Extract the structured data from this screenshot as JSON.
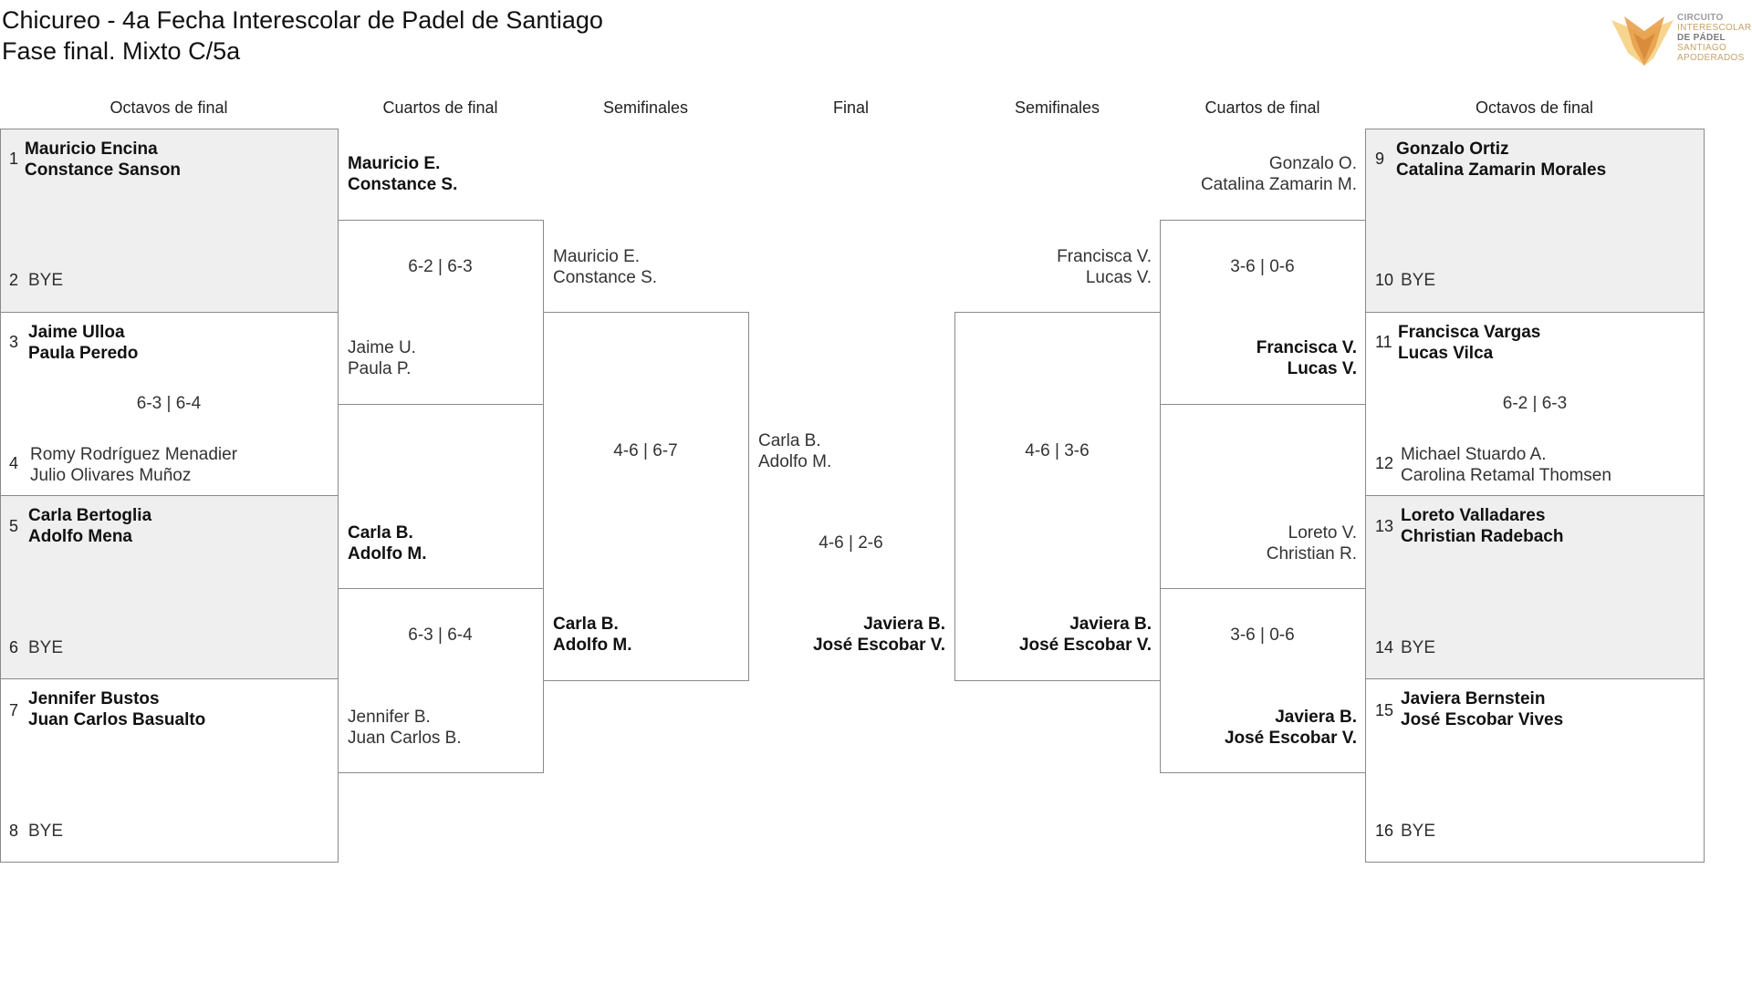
{
  "header": {
    "title_line1": "Chicureo - 4a Fecha Interescolar de Padel de Santiago",
    "title_line2": "Fase final. Mixto C/5a"
  },
  "logo": {
    "lines": [
      "CIRCUITO",
      "INTERESCOLAR",
      "DE PÁDEL",
      "SANTIAGO",
      "APODERADOS"
    ],
    "color_orange": "#e8a04a",
    "color_yellow": "#f3c76a"
  },
  "rounds": {
    "left_r16": "Octavos de final",
    "left_qf": "Cuartos de final",
    "left_sf": "Semifinales",
    "final": "Final",
    "right_sf": "Semifinales",
    "right_qf": "Cuartos de final",
    "right_r16": "Octavos de final"
  },
  "left_r16": [
    {
      "seed_a": "1",
      "a1": "Mauricio Encina",
      "a2": "Constance Sanson",
      "seed_b": "2",
      "b1": "BYE",
      "b2": "",
      "score": ""
    },
    {
      "seed_a": "3",
      "a1": "Jaime Ulloa",
      "a2": "Paula Peredo",
      "seed_b": "4",
      "b1": "Romy Rodríguez Menadier",
      "b2": "Julio Olivares Muñoz",
      "score": "6-3 | 6-4"
    },
    {
      "seed_a": "5",
      "a1": "Carla Bertoglia",
      "a2": "Adolfo Mena",
      "seed_b": "6",
      "b1": "BYE",
      "b2": "",
      "score": ""
    },
    {
      "seed_a": "7",
      "a1": "Jennifer Bustos",
      "a2": "Juan Carlos Basualto",
      "seed_b": "8",
      "b1": "BYE",
      "b2": "",
      "score": ""
    }
  ],
  "left_qf": [
    {
      "a1": "Mauricio E.",
      "a2": "Constance S.",
      "b1": "Jaime U.",
      "b2": "Paula P.",
      "score": "6-2 | 6-3"
    },
    {
      "a1": "Carla B.",
      "a2": "Adolfo M.",
      "b1": "Jennifer B.",
      "b2": "Juan Carlos B.",
      "score": "6-3 | 6-4"
    }
  ],
  "left_sf": {
    "a1": "Mauricio E.",
    "a2": "Constance S.",
    "b1": "Carla B.",
    "b2": "Adolfo M.",
    "score": "4-6 | 6-7"
  },
  "final": {
    "a1": "Carla B.",
    "a2": "Adolfo M.",
    "b1": "Javiera B.",
    "b2": "José Escobar V.",
    "score": "4-6 | 2-6"
  },
  "right_sf": {
    "a1": "Francisca V.",
    "a2": "Lucas V.",
    "b1": "Javiera B.",
    "b2": "José Escobar V.",
    "score": "4-6 | 3-6"
  },
  "right_qf": [
    {
      "a1": "Gonzalo O.",
      "a2": "Catalina Zamarin M.",
      "b1": "Francisca V.",
      "b2": "Lucas V.",
      "score": "3-6 | 0-6"
    },
    {
      "a1": "Loreto V.",
      "a2": "Christian R.",
      "b1": "Javiera B.",
      "b2": "José Escobar V.",
      "score": "3-6 | 0-6"
    }
  ],
  "right_r16": [
    {
      "seed_a": "9",
      "a1": "Gonzalo Ortiz",
      "a2": "Catalina Zamarin Morales",
      "seed_b": "10",
      "b1": "BYE",
      "b2": "",
      "score": ""
    },
    {
      "seed_a": "11",
      "a1": "Francisca Vargas",
      "a2": "Lucas Vilca",
      "seed_b": "12",
      "b1": "Michael Stuardo A.",
      "b2": "Carolina Retamal Thomsen",
      "score": "6-2 | 6-3"
    },
    {
      "seed_a": "13",
      "a1": "Loreto Valladares",
      "a2": "Christian Radebach",
      "seed_b": "14",
      "b1": "BYE",
      "b2": "",
      "score": ""
    },
    {
      "seed_a": "15",
      "a1": "Javiera Bernstein",
      "a2": "José Escobar Vives",
      "seed_b": "16",
      "b1": "BYE",
      "b2": "",
      "score": ""
    }
  ]
}
